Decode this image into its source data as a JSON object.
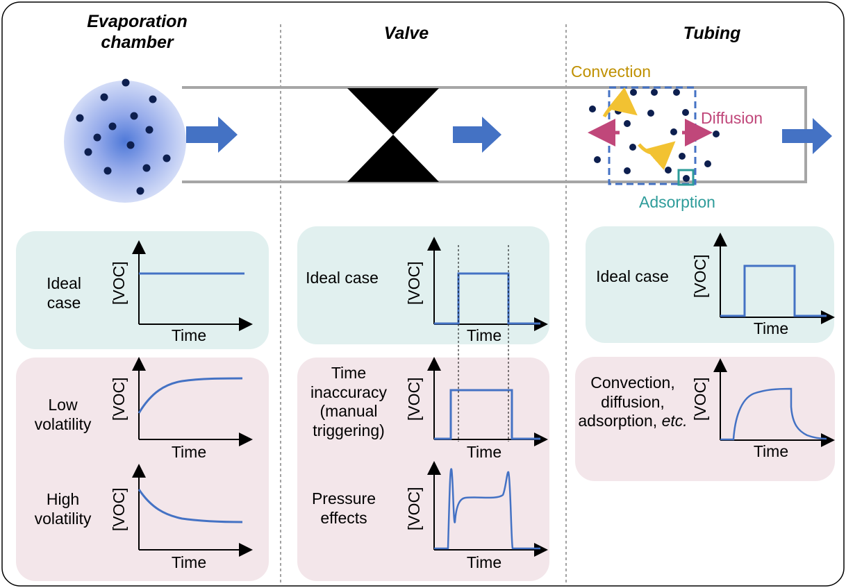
{
  "headers": {
    "evaporation": "Evaporation chamber",
    "valve": "Valve",
    "tubing": "Tubing"
  },
  "process_labels": {
    "convection": "Convection",
    "diffusion": "Diffusion",
    "adsorption": "Adsorption"
  },
  "axis": {
    "y": "[VOC]",
    "x": "Time"
  },
  "cases": {
    "evap_ideal": "Ideal case",
    "evap_low": "Low volatility",
    "evap_high": "High volatility",
    "valve_ideal": "Ideal case",
    "valve_time": "Time inaccuracy (manual triggering)",
    "valve_pressure": "Pressure effects",
    "tubing_ideal": "Ideal case",
    "tubing_effects": "Convection, diffusion, adsorption,",
    "tubing_effects_etc": "etc."
  },
  "colors": {
    "curve": "#4472c4",
    "arrow": "#4472c4",
    "convection": "#bf9000",
    "diffusion": "#c0477a",
    "adsorption": "#2e9c9a",
    "particle": "#0d1f4f",
    "tube": "#a6a6a6",
    "teal_panel": "#e1f0ef",
    "pink_panel": "#f3e6ea"
  }
}
